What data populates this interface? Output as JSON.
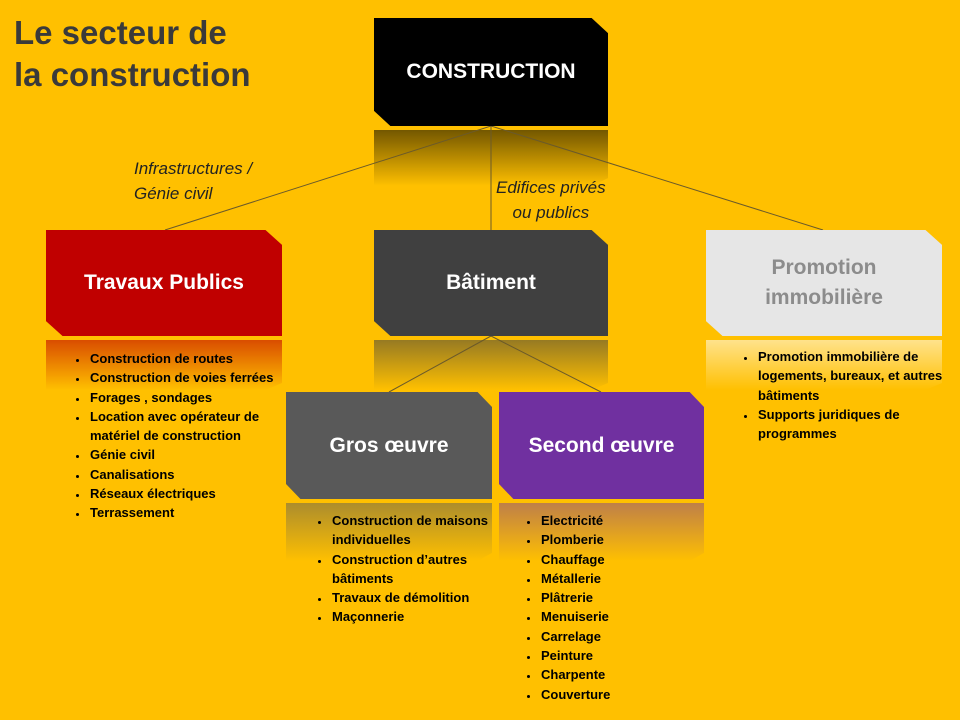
{
  "title": [
    "Le secteur de",
    "la construction"
  ],
  "root": {
    "label": "CONSTRUCTION",
    "color": "#000000"
  },
  "branch_labels": {
    "infrastructures": [
      "Infrastructures /",
      "Génie civil"
    ],
    "edifices": [
      "Edifices  privés",
      "ou publics"
    ]
  },
  "travaux_publics": {
    "label": "Travaux Publics",
    "color": "#C00000",
    "items": [
      "Construction de routes",
      "Construction de voies ferrées",
      "Forages , sondages",
      "Location avec opérateur de matériel de construction",
      "Génie civil",
      "Canalisations",
      "Réseaux électriques",
      "Terrassement"
    ]
  },
  "batiment": {
    "label": "Bâtiment",
    "color": "#404040"
  },
  "promotion": {
    "label": "Promotion immobilière",
    "color": "#E6E6E6",
    "items": [
      "Promotion immobilière de logements, bureaux, et autres bâtiments",
      "Supports juridiques de programmes"
    ]
  },
  "gros_oeuvre": {
    "label": "Gros œuvre",
    "color": "#595959",
    "items": [
      "Construction de maisons individuelles",
      "Construction d’autres bâtiments",
      "Travaux de démolition",
      "Maçonnerie"
    ]
  },
  "second_oeuvre": {
    "label": "Second œuvre",
    "color": "#7030A0",
    "items": [
      "Electricité",
      "Plomberie",
      "Chauffage",
      "Métallerie",
      "Plâtrerie",
      "Menuiserie",
      "Carrelage",
      "Peinture",
      "Charpente",
      "Couverture"
    ]
  }
}
